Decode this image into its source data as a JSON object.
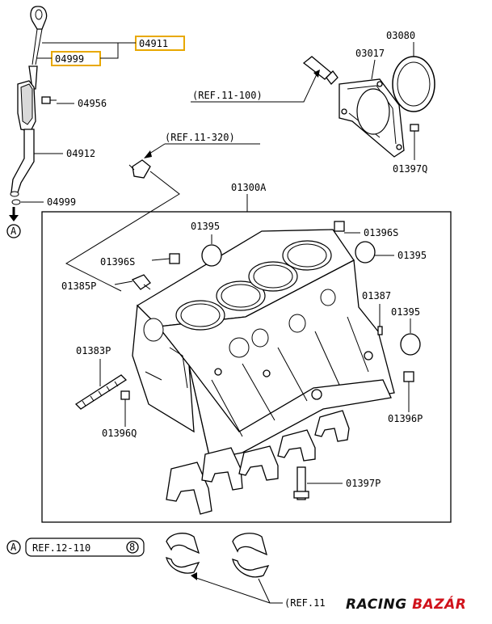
{
  "parts": {
    "p04911": "04911",
    "p04999a": "04999",
    "p04956": "04956",
    "p04912": "04912",
    "p04999b": "04999",
    "p03080": "03080",
    "p03017": "03017",
    "p01397q": "01397Q",
    "p01300a": "01300A",
    "p01395a": "01395",
    "p01396s_top": "01396S",
    "p01395b": "01395",
    "p01396s_left": "01396S",
    "p01385p": "01385P",
    "p01387": "01387",
    "p01395c": "01395",
    "p01383p": "01383P",
    "p01396q": "01396Q",
    "p01396p": "01396P",
    "p01397p": "01397P"
  },
  "refs": {
    "r11_100": "(REF.11-100)",
    "r11_320": "(REF.11-320)",
    "r12_110": "REF.12-110",
    "r12_110_num": "8",
    "r11_bottom": "(REF.11",
    "marker_a": "A"
  },
  "watermark": {
    "part1": "RACING",
    "part2": "BAZÁR"
  },
  "colors": {
    "highlight": "#e8a800",
    "watermark_red": "#d0121b"
  }
}
